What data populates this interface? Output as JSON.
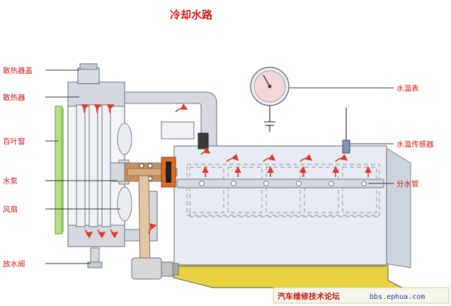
{
  "title": "冷却水路",
  "labels": {
    "radiator_cap": "散热器盖",
    "radiator": "散热器",
    "shutters": "百叶窗",
    "water_pump": "水泵",
    "fan": "风扇",
    "drain_valve": "放水阀",
    "temp_gauge": "水温表",
    "temp_sensor": "水温传感器",
    "distribution_pipe": "分水管"
  },
  "watermark": {
    "text": "汽车维修技术论坛",
    "url": "bbs.ephua.com"
  },
  "colors": {
    "label_text": "#cc1a1a",
    "flow_arrow": "#e03a2a",
    "block_fill": "#e7ebf2",
    "pipe_fill": "#d4d9e0",
    "base_fill": "#e9d23f",
    "cap_fill": "#d9dee6",
    "shutter_fill": "#b7df8a",
    "pulley_fill": "#d7d7d7",
    "belt_fill": "#d8a978"
  }
}
